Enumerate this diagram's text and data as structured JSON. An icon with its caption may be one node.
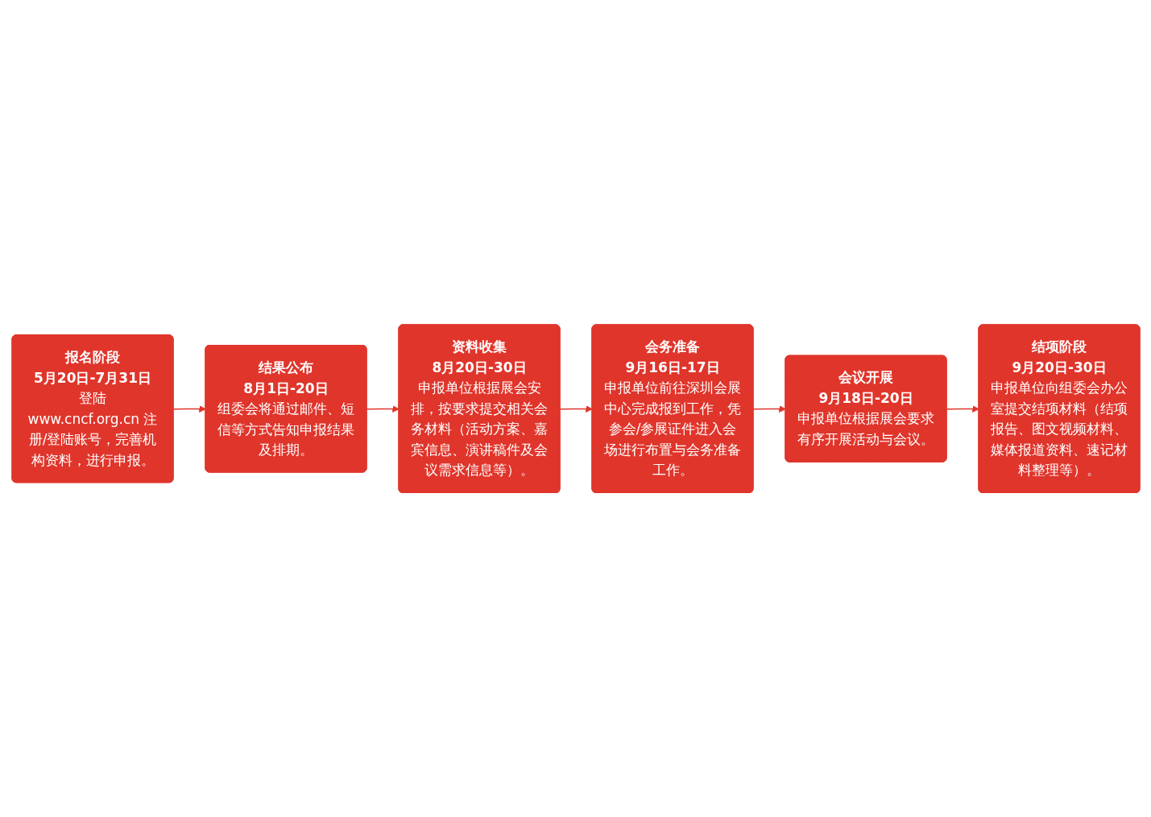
{
  "diagram": {
    "nodes": [
      {
        "text": [
          "报名阶段",
          "5月20日-7月31日",
          "登陆www.cncf.org.cn 注册/登陆账号，完善机构资料，进行申报。"
        ]
      },
      {
        "text": [
          "结果公布",
          "8月1日-20日",
          "组委会将通过邮件、短信等方式告知申报结果及排期。"
        ]
      },
      {
        "text": [
          "资料收集",
          "8月20日-30日",
          "申报单位根据展会安排，按要求提交相关会务材料（活动方案、嘉宾信息、演讲稿件及会议需求信息等）。"
        ]
      },
      {
        "text": [
          "会务准备",
          "9月16日-17日",
          "申报单位前往深圳会展中心完成报到工作，凭参会/参展证件进入会场进行布置与会务准备工作。"
        ]
      },
      {
        "text": [
          "会议开展",
          "9月18日-20日",
          "申报单位根据展会要求有序开展活动与会议。"
        ]
      },
      {
        "text": [
          "结项阶段",
          "9月20日-30日",
          "申报单位向组委会办公室提交结项材料（结项报告、图文视频材料、媒体报道资料、速记材料整理等）。"
        ]
      }
    ],
    "edges": [
      {
        "from": 0,
        "to": 1,
        "arrow": "to"
      },
      {
        "from": 1,
        "to": 2,
        "arrow": "to"
      },
      {
        "from": 2,
        "to": 3,
        "arrow": "to"
      },
      {
        "from": 3,
        "to": 4,
        "arrow": "to"
      },
      {
        "from": 4,
        "to": 5,
        "arrow": "to"
      }
    ]
  }
}
